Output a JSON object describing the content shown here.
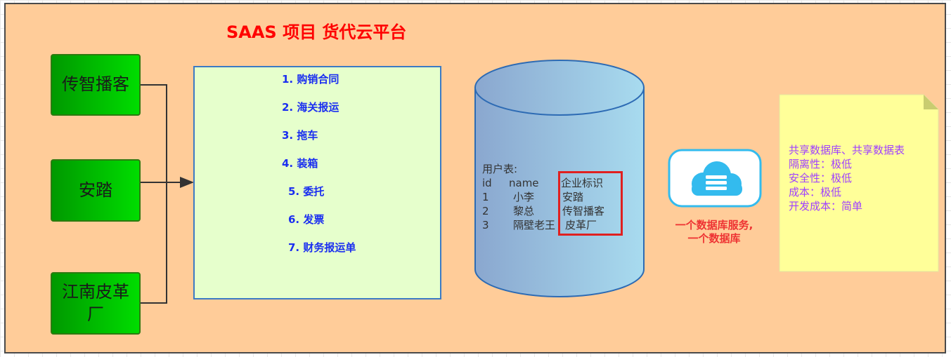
{
  "title": "SAAS 项目 货代云平台",
  "tenants": [
    "传智播客",
    "安踏",
    "江南皮革厂"
  ],
  "modules": [
    "1. 购销合同",
    "2. 海关报运",
    "3. 拖车",
    "4. 装箱",
    "5. 委托",
    "6. 发票",
    "7. 财务报运单"
  ],
  "database": {
    "table_title": "用户表:",
    "columns": [
      "id",
      "name",
      "企业标识"
    ],
    "rows": [
      [
        "1",
        "小李",
        "安踏"
      ],
      [
        "2",
        "黎总",
        "传智播客"
      ],
      [
        "3",
        "隔壁老王",
        "皮革厂"
      ]
    ]
  },
  "cloud_label": [
    "一个数据库服务,",
    "一个数据库"
  ],
  "note": [
    "共享数据库、共享数据表",
    "隔离性：极低",
    "安全性：极低",
    "成本：极低",
    "开发成本：简单"
  ],
  "colors": {
    "panel_bg": "#ffcc99",
    "title": "#ff0000",
    "tenant_green": "#00cc00",
    "module_bg": "#e6ffcc",
    "module_text": "#1a2ef0",
    "cylinder_left": "#8aa7cf",
    "cylinder_right": "#a8dbef",
    "highlight": "#e02020",
    "cloud": "#33bbee",
    "cloud_label": "#ee3333",
    "note_bg": "#ffff99",
    "note_text": "#a040ff"
  }
}
